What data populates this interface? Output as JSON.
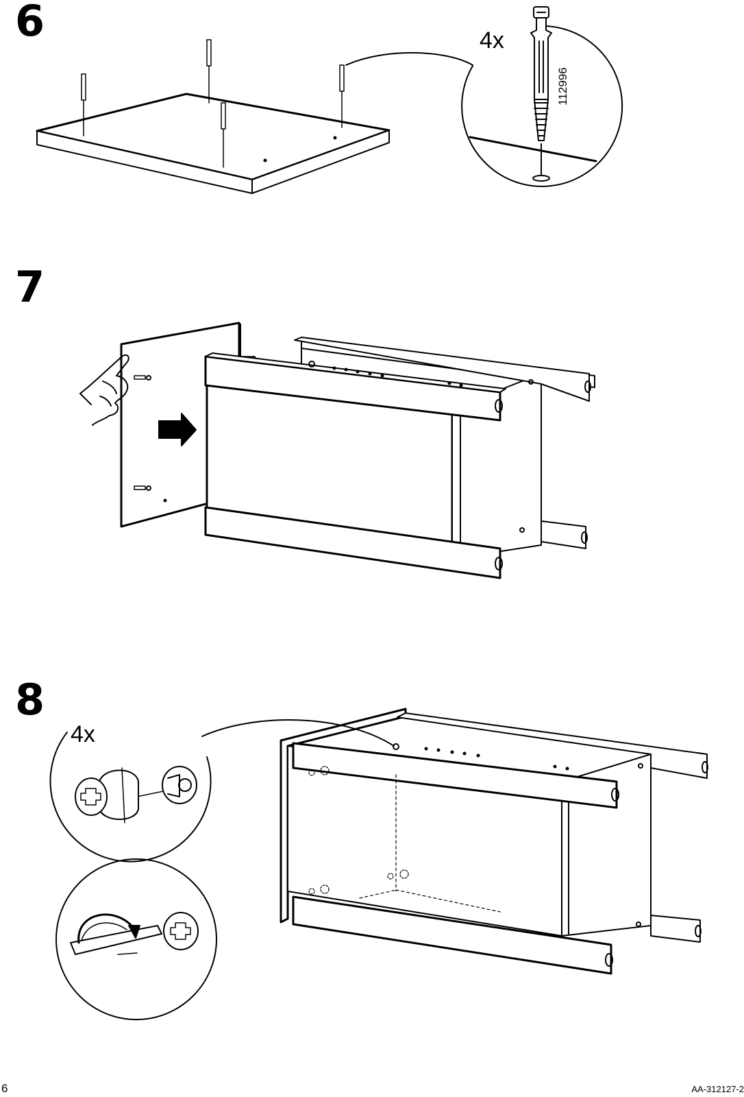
{
  "steps": [
    {
      "number": "6",
      "quantity": "4x",
      "part_number": "112996"
    },
    {
      "number": "7"
    },
    {
      "number": "8",
      "quantity": "4x"
    }
  ],
  "footer": {
    "page_number": "6",
    "doc_code": "AA-312127-2"
  },
  "colors": {
    "ink": "#000000",
    "paper": "#ffffff"
  }
}
